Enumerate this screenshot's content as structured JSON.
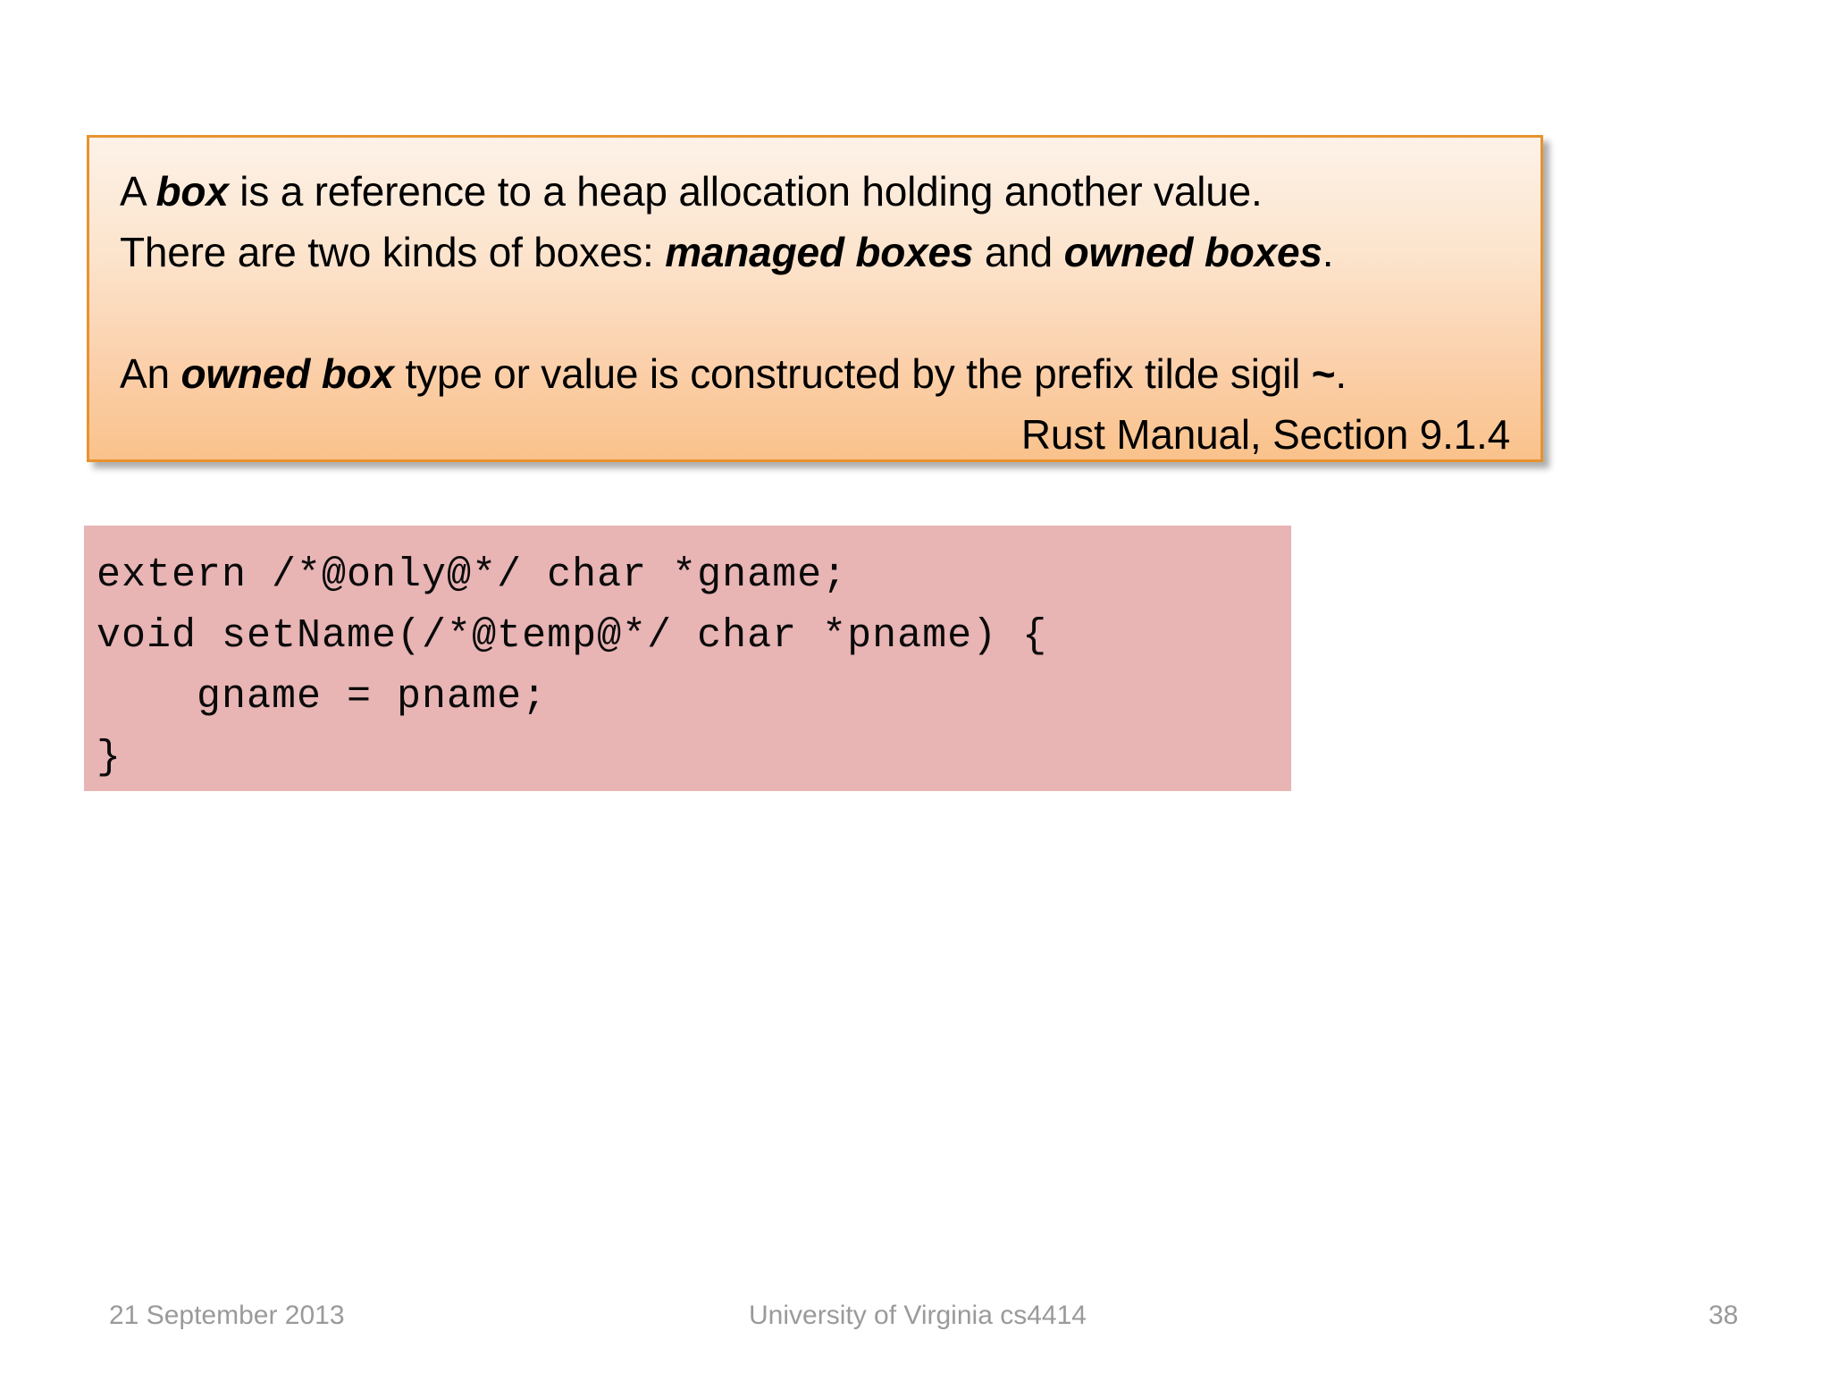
{
  "slide": {
    "background_color": "#ffffff",
    "page_number": "38"
  },
  "quote_box": {
    "border_color": "#E8922F",
    "gradient_top_color": "#FDF2E8",
    "gradient_bottom_color": "#FAC28B",
    "line1": {
      "pre": "A ",
      "em1": "box",
      "post": " is a reference to a heap allocation holding another value."
    },
    "line2": {
      "pre": "There are two kinds of boxes: ",
      "em1": "managed boxes",
      "mid": " and ",
      "em2": "owned boxes",
      "post": "."
    },
    "line3": {
      "pre": "An ",
      "em1": "owned box",
      "mid": " type or value is constructed by the prefix tilde sigil ",
      "sigil": "~",
      "post": "."
    },
    "attribution": "Rust Manual, Section 9.1.4"
  },
  "code_block": {
    "background_color": "#E8B4B4",
    "lines": [
      "extern /*@only@*/ char *gname;",
      "void setName(/*@temp@*/ char *pname) {",
      "    gname = pname;",
      "}"
    ]
  },
  "footer": {
    "date": "21 September 2013",
    "center": "University of Virginia cs4414",
    "page": "38",
    "color": "#9a9a9a"
  }
}
